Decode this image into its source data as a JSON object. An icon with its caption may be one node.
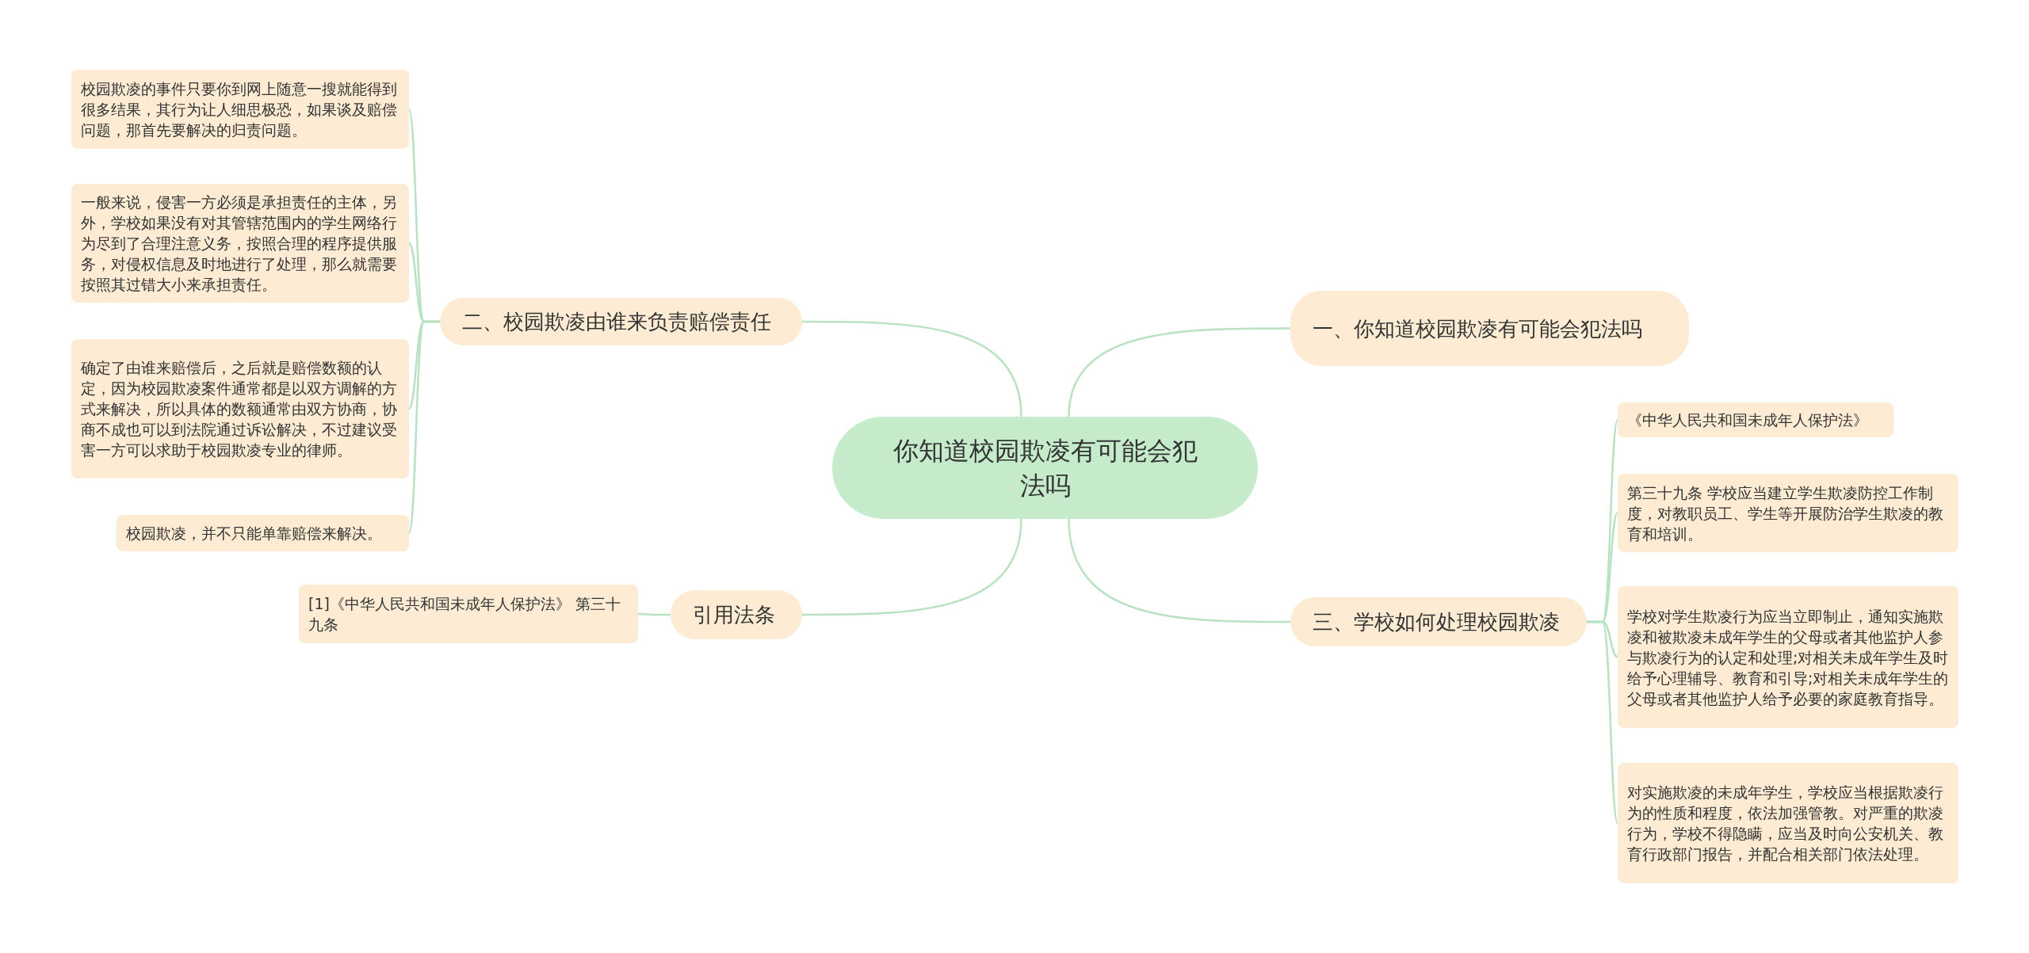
{
  "diagram": {
    "nodes": [
      {
        "text": [
          "你知道校园欺凌有可能会犯法吗"
        ]
      },
      {
        "text": [
          "二、校园欺凌由谁来负责赔偿责任"
        ]
      },
      {
        "text": [
          "校园欺凌的事件只要你到网上随意一搜就能得到很多结果，其行为让人细思极恐，如果谈及赔偿问题，那首先要解决的归责问题。"
        ]
      },
      {
        "text": [
          "一般来说，侵害一方必须是承担责任的主体，另外，学校如果没有对其管辖范围内的学生网络行为尽到了合理注意义务，按照合理的程序提供服务，对侵权信息及时地进行了处理，那么就需要按照其过错大小来承担责任。"
        ]
      },
      {
        "text": [
          "确定了由谁来赔偿后，之后就是赔偿数额的认定，因为校园欺凌案件通常都是以双方调解的方式来解决，所以具体的数额通常由双方协商，协商不成也可以到法院通过诉讼解决，不过建议受害一方可以求助于校园欺凌专业的律师。"
        ]
      },
      {
        "text": [
          "校园欺凌，并不只能单靠赔偿来解决。"
        ]
      },
      {
        "text": [
          "引用法条"
        ]
      },
      {
        "text": [
          "[1]《中华人民共和国未成年人保护法》 第三十九条"
        ]
      },
      {
        "text": [
          "一、你知道校园欺凌有可能会犯法吗"
        ]
      },
      {
        "text": [
          "三、学校如何处理校园欺凌"
        ]
      },
      {
        "text": [
          "《中华人民共和国未成年人保护法》"
        ]
      },
      {
        "text": [
          "第三十九条 学校应当建立学生欺凌防控工作制度，对教职员工、学生等开展防治学生欺凌的教育和培训。"
        ]
      },
      {
        "text": [
          "学校对学生欺凌行为应当立即制止，通知实施欺凌和被欺凌未成年学生的父母或者其他监护人参与欺凌行为的认定和处理;对相关未成年学生及时给予心理辅导、教育和引导;对相关未成年学生的父母或者其他监护人给予必要的家庭教育指导。"
        ]
      },
      {
        "text": [
          "对实施欺凌的未成年学生，学校应当根据欺凌行为的性质和程度，依法加强管教。对严重的欺凌行为，学校不得隐瞒，应当及时向公安机关、教育行政部门报告，并配合相关部门依法处理。"
        ]
      }
    ],
    "edges": [
      {
        "from": 0,
        "to": 1,
        "arrow": "none"
      },
      {
        "from": 1,
        "to": 2,
        "arrow": "none"
      },
      {
        "from": 1,
        "to": 3,
        "arrow": "none"
      },
      {
        "from": 1,
        "to": 4,
        "arrow": "none"
      },
      {
        "from": 1,
        "to": 5,
        "arrow": "none"
      },
      {
        "from": 0,
        "to": 6,
        "arrow": "none"
      },
      {
        "from": 6,
        "to": 7,
        "arrow": "none"
      },
      {
        "from": 0,
        "to": 8,
        "arrow": "none"
      },
      {
        "from": 0,
        "to": 9,
        "arrow": "none"
      },
      {
        "from": 9,
        "to": 10,
        "arrow": "none"
      },
      {
        "from": 9,
        "to": 11,
        "arrow": "none"
      },
      {
        "from": 9,
        "to": 12,
        "arrow": "none"
      },
      {
        "from": 9,
        "to": 13,
        "arrow": "none"
      }
    ]
  }
}
